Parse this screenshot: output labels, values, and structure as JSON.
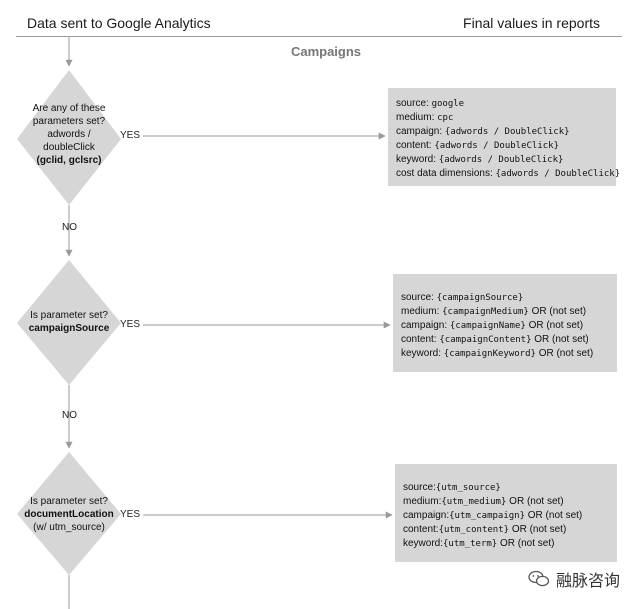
{
  "header": {
    "left": "Data sent to Google Analytics",
    "right": "Final values in reports",
    "section": "Campaigns"
  },
  "labels": {
    "yes": "YES",
    "no": "NO"
  },
  "decisions": [
    {
      "lines": [
        "Are any of these",
        "parameters set?",
        "adwords /",
        "doubleClick"
      ],
      "bold": "(gclid, gclsrc)"
    },
    {
      "lines": [
        "Is parameter set?"
      ],
      "bold": "campaignSource",
      "after": ""
    },
    {
      "lines": [
        "Is parameter set?"
      ],
      "bold": "documentLocation",
      "after": "(w/ utm_source)"
    }
  ],
  "results": [
    [
      {
        "key": "source:",
        "val": "google",
        "tail": ""
      },
      {
        "key": "medium:",
        "val": "cpc",
        "tail": ""
      },
      {
        "key": "campaign:",
        "val": "{adwords / DoubleClick}",
        "tail": ""
      },
      {
        "key": "content:",
        "val": "{adwords / DoubleClick}",
        "tail": ""
      },
      {
        "key": "keyword:",
        "val": "{adwords / DoubleClick}",
        "tail": ""
      },
      {
        "key": "cost data dimensions:",
        "val": "{adwords / DoubleClick}",
        "tail": ""
      }
    ],
    [
      {
        "key": "source:",
        "val": "{campaignSource}",
        "tail": ""
      },
      {
        "key": "medium:",
        "val": "{campaignMedium}",
        "tail": "OR (not set)"
      },
      {
        "key": "campaign:",
        "val": "{campaignName}",
        "tail": "OR (not set)"
      },
      {
        "key": "content:",
        "val": "{campaignContent}",
        "tail": "OR (not set)"
      },
      {
        "key": "keyword:",
        "val": "{campaignKeyword}",
        "tail": "OR (not set)"
      }
    ],
    [
      {
        "key": "source:",
        "val": "{utm_source}",
        "tail": ""
      },
      {
        "key": "medium:",
        "val": "{utm_medium}",
        "tail": "OR (not set)"
      },
      {
        "key": "campaign:",
        "val": "{utm_campaign}",
        "tail": "OR (not set)"
      },
      {
        "key": "content:",
        "val": "{utm_content}",
        "tail": "OR (not set)"
      },
      {
        "key": "keyword:",
        "val": "{utm_term}",
        "tail": "OR (not set)"
      }
    ]
  ],
  "watermark": {
    "text": "融脉咨询",
    "icon": "wechat-icon"
  }
}
